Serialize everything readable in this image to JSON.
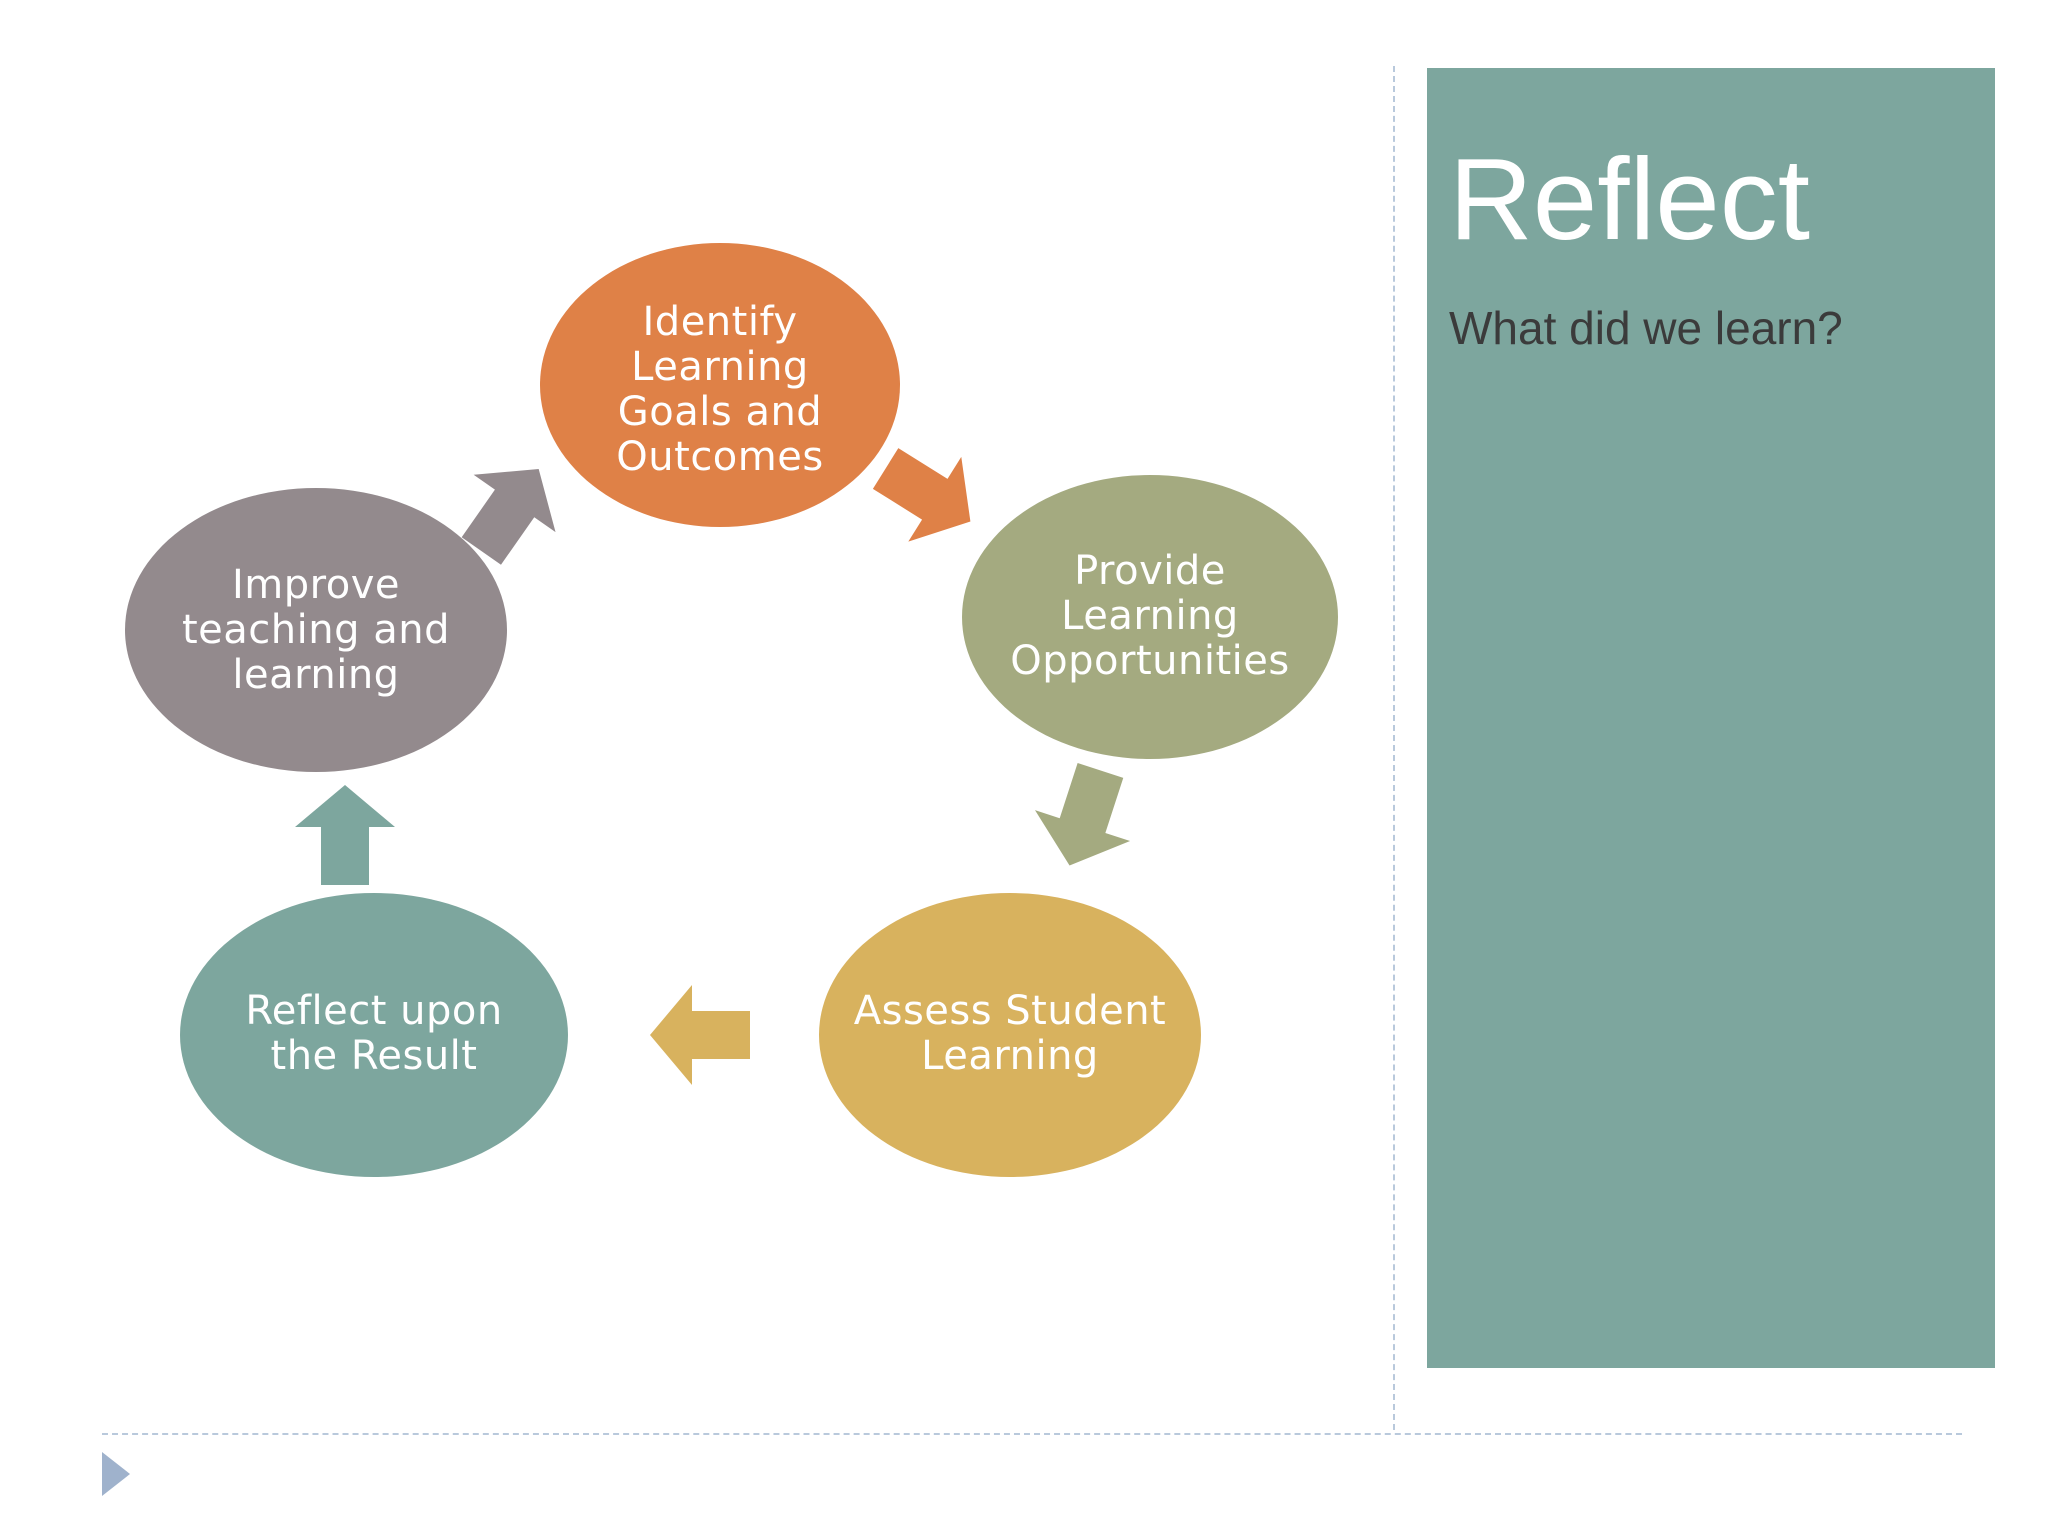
{
  "panel": {
    "title": "Reflect",
    "subtitle": "What did we learn?",
    "background_color": "#7da69e"
  },
  "diagram": {
    "type": "cycle",
    "nodes": [
      {
        "id": "identify",
        "label": "Identify\nLearning\nGoals and\nOutcomes",
        "color": "#df8147"
      },
      {
        "id": "provide",
        "label": "Provide\nLearning\nOpportunities",
        "color": "#a4aa80"
      },
      {
        "id": "assess",
        "label": "Assess Student\nLearning",
        "color": "#d8b25e"
      },
      {
        "id": "reflect",
        "label": "Reflect upon\nthe Result",
        "color": "#7da69e"
      },
      {
        "id": "improve",
        "label": "Improve\nteaching and\nlearning",
        "color": "#938a8d"
      }
    ],
    "arrows": [
      {
        "from": "identify",
        "to": "provide",
        "color": "#df8147"
      },
      {
        "from": "provide",
        "to": "assess",
        "color": "#a4aa80"
      },
      {
        "from": "assess",
        "to": "reflect",
        "color": "#d8b25e"
      },
      {
        "from": "reflect",
        "to": "improve",
        "color": "#7da69e"
      },
      {
        "from": "improve",
        "to": "identify",
        "color": "#938a8d"
      }
    ]
  },
  "bullet_icon": "triangle-right-icon",
  "divider_color": "#b9c9dc",
  "bullet_color": "#9fb2cc"
}
